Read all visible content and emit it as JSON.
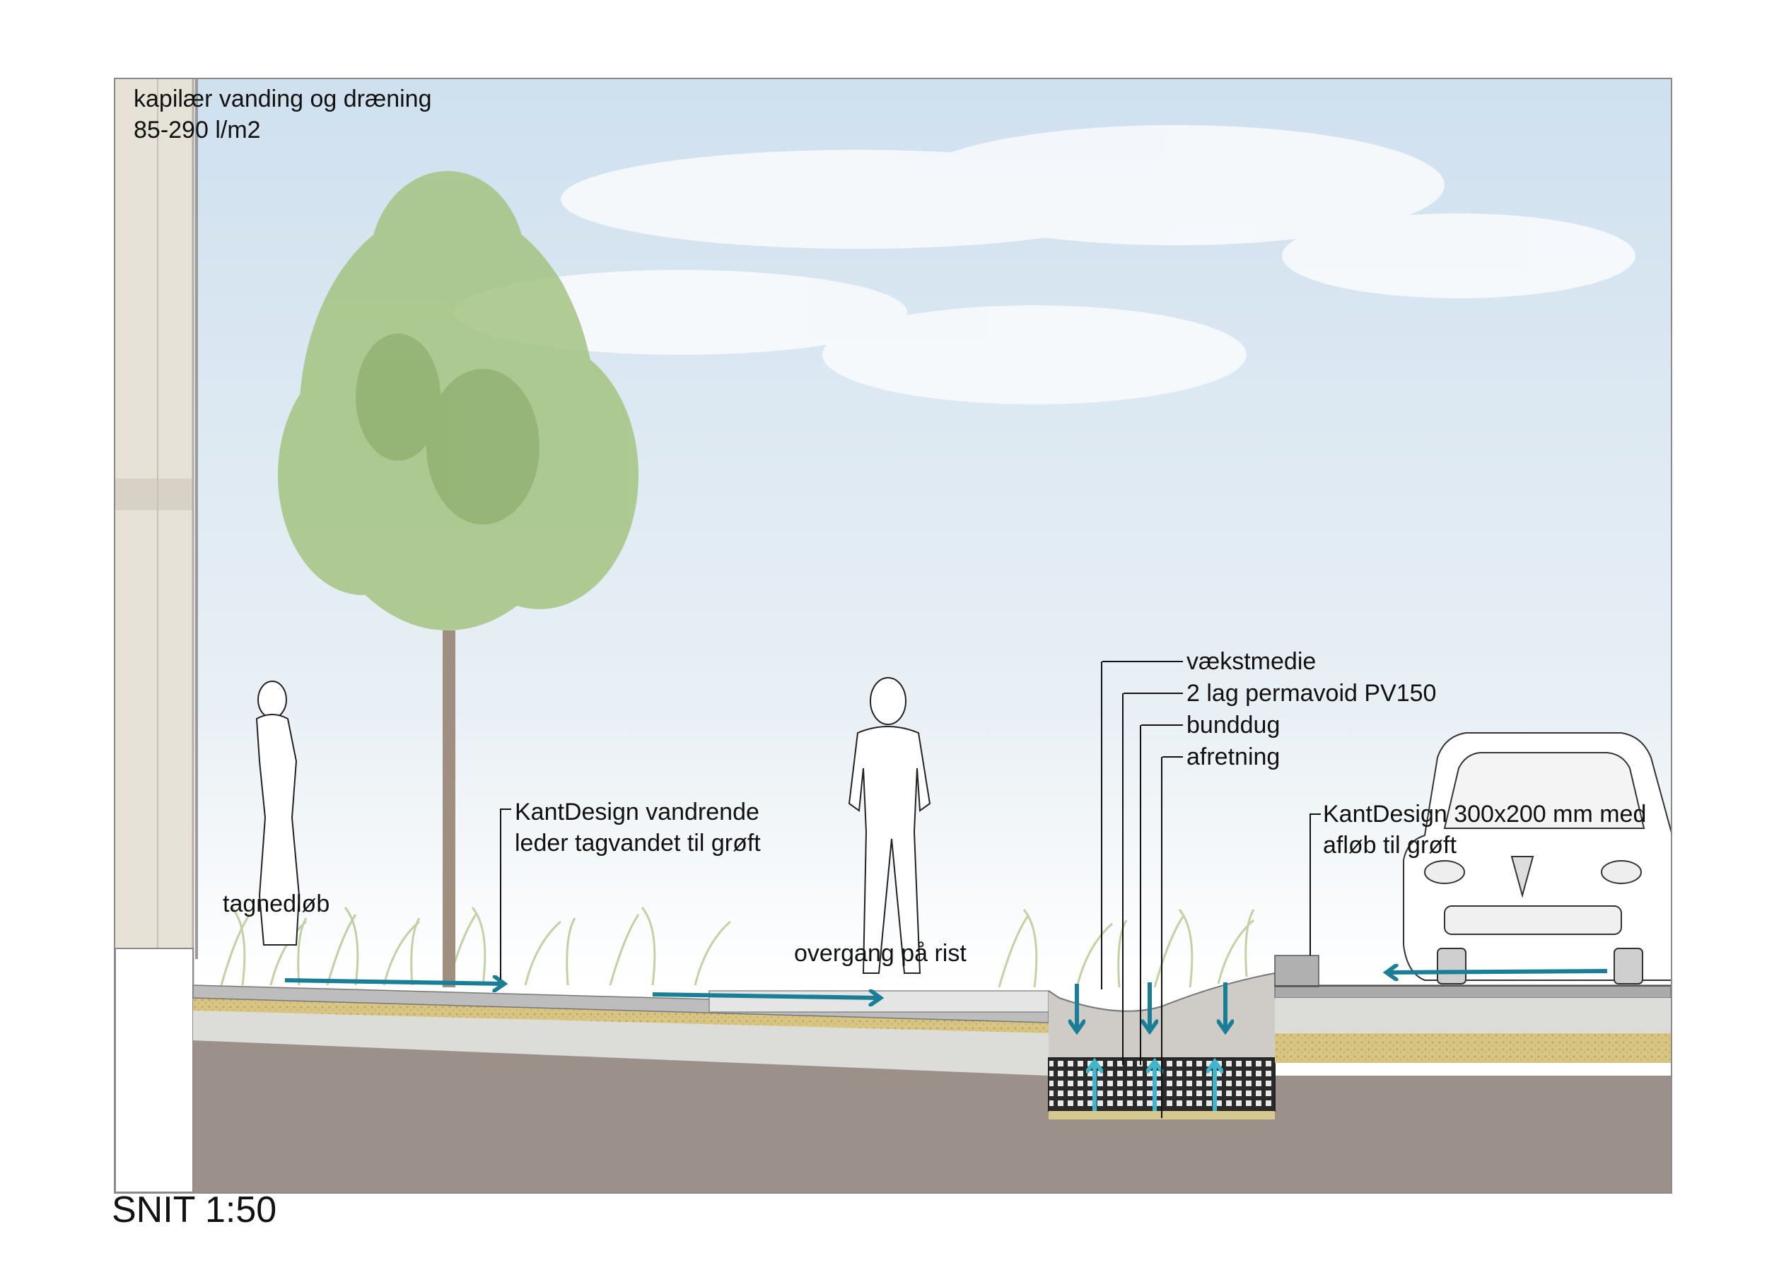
{
  "note": {
    "line1": "kapilær vanding og dræning",
    "line2": "85-290 l/m2"
  },
  "labels": {
    "tagnedlob": "tagnedløb",
    "kant_vandrende_1": "KantDesign vandrende",
    "kant_vandrende_2": "leder tagvandet til grøft",
    "overgang": "overgang på rist",
    "vaekstmedie": "vækstmedie",
    "permavoid": "2 lag permavoid PV150",
    "bunddug": "bunddug",
    "afretning": "afretning",
    "kant_300_1": "KantDesign 300x200 mm med",
    "kant_300_2": "afløb til grøft"
  },
  "caption": "SNIT 1:50",
  "colors": {
    "sky": "#dbe7f2",
    "soil": "#9a8f89",
    "concrete": "#dcdcd8",
    "sand": "#d9c88a",
    "arrow": "#1a7f96",
    "arrow_light": "#3fb6cc",
    "tree": "#9fc07c",
    "grass": "#c9d6a6"
  },
  "icons": {
    "tree": "tree-icon",
    "person_left": "person-silhouette-icon",
    "person_mid": "person-silhouette-icon",
    "car": "car-icon"
  }
}
